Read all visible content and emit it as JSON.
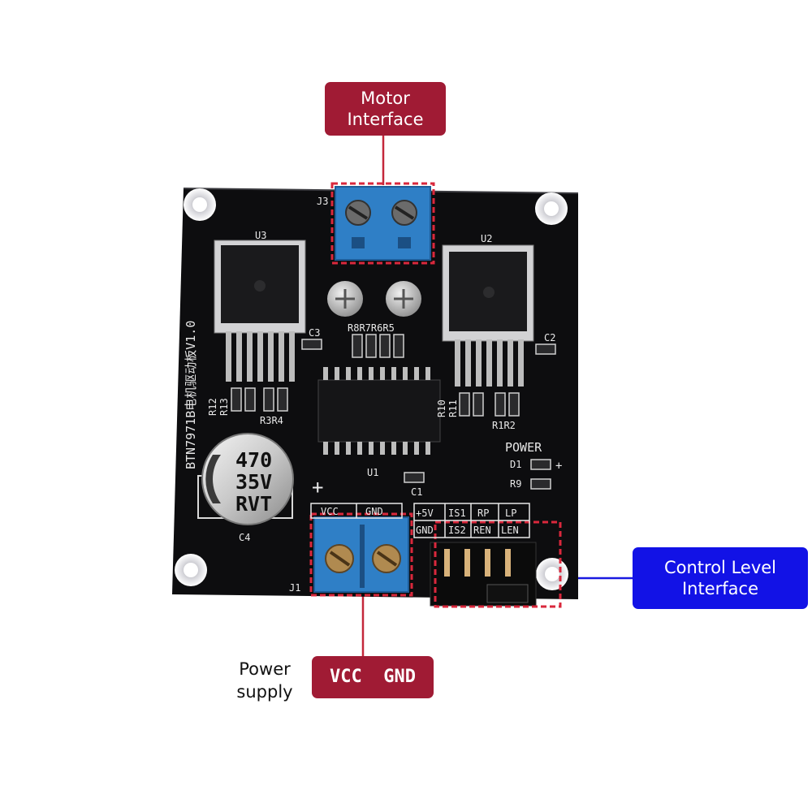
{
  "callouts": {
    "motor_line1": "Motor",
    "motor_line2": "Interface",
    "control_line1": "Control Level",
    "control_line2": "Interface",
    "power_label_line1": "Power",
    "power_label_line2": "supply",
    "vcc_gnd": "VCC  GND"
  },
  "board": {
    "silk_title": "BTN7971B电机驱动板V1.0",
    "u3": "U3",
    "u2": "U2",
    "u1": "U1",
    "j3": "J3",
    "j1": "J1",
    "c1": "C1",
    "c2": "C2",
    "c3": "C3",
    "c4": "C4",
    "r8r7r6r5": "R8R7R6R5",
    "r12": "R12",
    "r13": "R13",
    "r3r4": "R3R4",
    "r10": "R10",
    "r11": "R11",
    "r1r2": "R1R2",
    "power": "POWER",
    "d1": "D1",
    "r9": "R9",
    "plus": "+",
    "vcc": "VCC",
    "gnd": "GND",
    "cap_line1": "470",
    "cap_line2": "35V",
    "cap_line3": "RVT",
    "pins_top": [
      "+5V",
      "IS1",
      "RP",
      "LP"
    ],
    "pins_bottom": [
      "GND",
      "IS2",
      "REN",
      "LEN"
    ]
  },
  "colors": {
    "callout_red": "#a01b34",
    "callout_blue": "#1212e6",
    "board": "#0d0d0f",
    "terminal": "#2f7fc6"
  }
}
